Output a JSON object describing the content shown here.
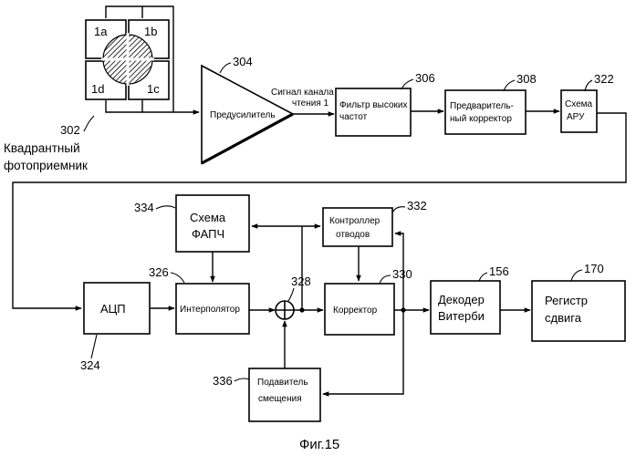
{
  "photodetector": {
    "quadrants": [
      "1a",
      "1b",
      "1d",
      "1c"
    ],
    "ref": "302",
    "label_lines": [
      "Квадрантный",
      "фотоприемник"
    ]
  },
  "preamp": {
    "label": "Предусилитель",
    "ref": "304"
  },
  "read_signal": {
    "lines": [
      "Сигнал канала",
      "чтения 1"
    ]
  },
  "hpf": {
    "lines": [
      "Фильтр высоких",
      "частот"
    ],
    "ref": "306"
  },
  "pre_eq": {
    "lines": [
      "Предваритель-",
      "ный корректор"
    ],
    "ref": "308"
  },
  "agc": {
    "lines": [
      "Схема",
      "АРУ"
    ],
    "ref": "322"
  },
  "adc": {
    "label": "АЦП",
    "ref": "324"
  },
  "interpolator": {
    "label": "Интерполятор",
    "ref": "326"
  },
  "pll": {
    "lines": [
      "Схема",
      "ФАПЧ"
    ],
    "ref": "334"
  },
  "adder": {
    "ref": "328"
  },
  "tap_controller": {
    "lines": [
      "Контроллер",
      "отводов"
    ],
    "ref": "332"
  },
  "equalizer": {
    "label": "Корректор",
    "ref": "330"
  },
  "viterbi": {
    "lines": [
      "Декодер",
      "Витерби"
    ],
    "ref": "156"
  },
  "shift_register": {
    "lines": [
      "Регистр",
      "сдвига"
    ],
    "ref": "170"
  },
  "offset_canceller": {
    "lines": [
      "Подавитель",
      "смещения"
    ],
    "ref": "336"
  },
  "caption": "Фиг.15",
  "colors": {
    "ink": "#000000",
    "background": "#ffffff",
    "hatch": "#000000"
  }
}
